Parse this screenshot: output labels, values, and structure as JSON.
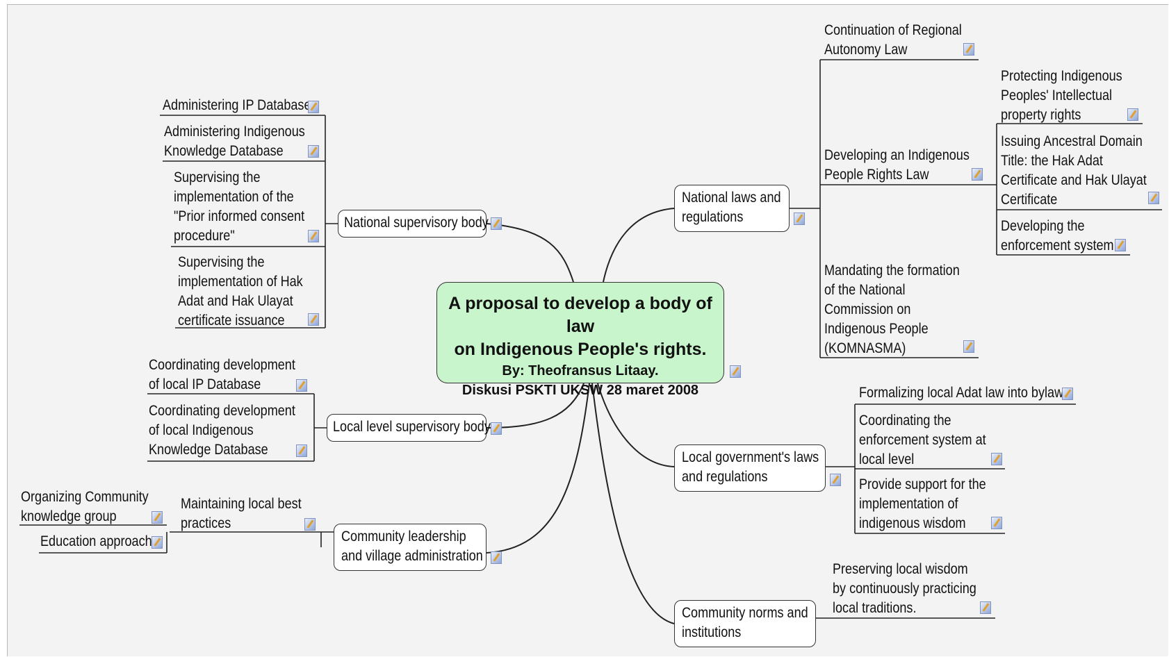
{
  "central": {
    "title_line1": "A proposal to develop a body of law",
    "title_line2": "on Indigenous People's rights.",
    "author": "By: Theofransus Litaay.",
    "event": "Diskusi PSKTI UKSW 28 maret 2008"
  },
  "left": {
    "national_supervisory_body": {
      "label": "National supervisory body",
      "children": [
        "Administering IP Database",
        "Administering Indigenous\nKnowledge Database",
        "Supervising the\nimplementation of the\n\"Prior informed consent\nprocedure\"",
        "Supervising the\nimplementation of Hak\nAdat and Hak Ulayat\ncertificate issuance"
      ]
    },
    "local_level_supervisory_body": {
      "label": "Local level supervisory body",
      "children": [
        "Coordinating development\nof local IP Database",
        "Coordinating development\nof local Indigenous\nKnowledge Database"
      ]
    },
    "community_leadership": {
      "label": "Community leadership\nand village administration",
      "child": "Maintaining local best\npractices",
      "grandchildren": [
        "Organizing Community\nknowledge group",
        "Education approach"
      ]
    }
  },
  "right": {
    "national_laws": {
      "label": "National laws and\nregulations",
      "children": [
        "Continuation of Regional\nAutonomy Law",
        "Developing an Indigenous\nPeople Rights Law",
        "Mandating the formation\nof the National\nCommission on\nIndigenous People\n(KOMNASMA)"
      ],
      "grandchildren": [
        "Protecting Indigenous\nPeoples' Intellectual\nproperty rights",
        "Issuing Ancestral Domain\nTitle: the Hak Adat\nCertificate and Hak Ulayat\nCertificate",
        "Developing the\nenforcement system"
      ]
    },
    "local_government": {
      "label": "Local government's laws\nand regulations",
      "children": [
        "Formalizing local Adat law into bylaw",
        "Coordinating the\nenforcement system at\nlocal level",
        "Provide support for the\nimplementation of\nindigenous wisdom"
      ]
    },
    "community_norms": {
      "label": "Community norms and\ninstitutions",
      "child": "Preserving local wisdom\nby continuously practicing\nlocal traditions."
    }
  },
  "colors": {
    "central_fill": "#c9f5cc",
    "background": "#f3f3f3",
    "line": "#222222"
  },
  "icons": [
    "note-icon"
  ]
}
